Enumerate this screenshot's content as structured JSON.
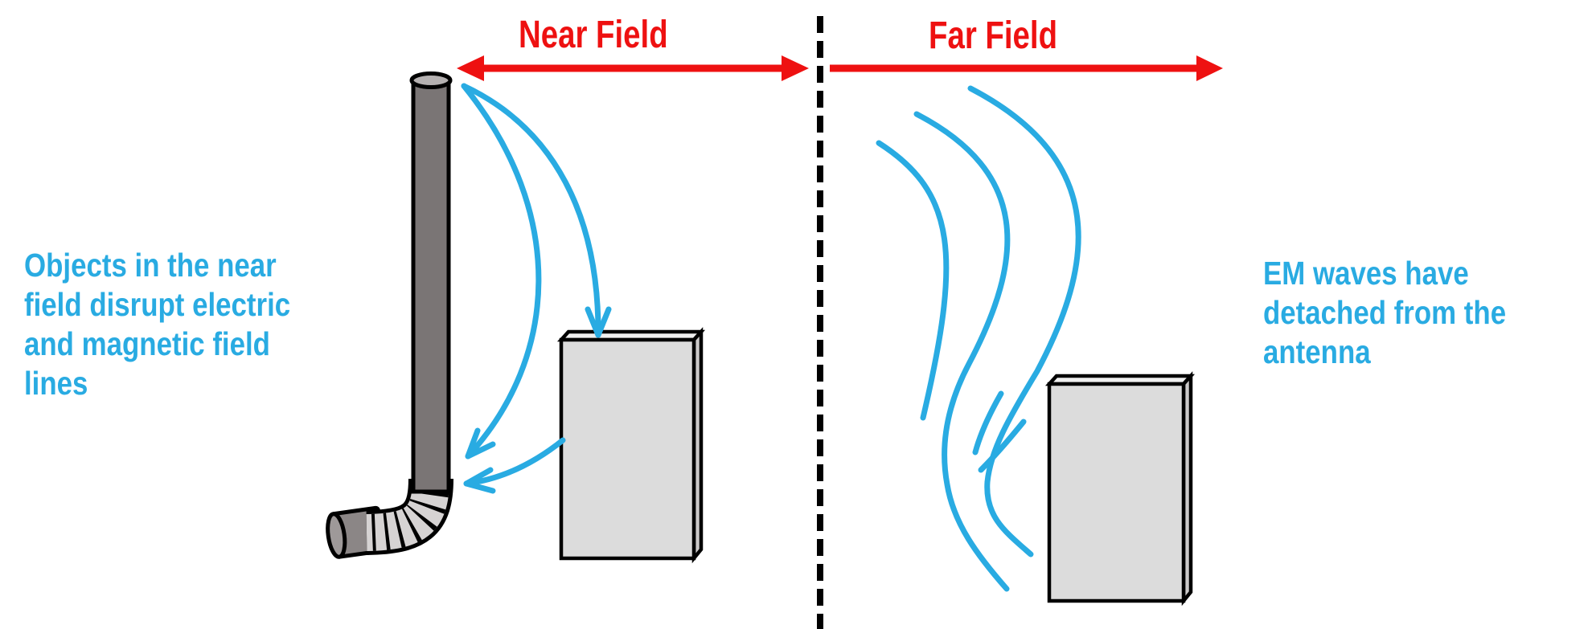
{
  "labels": {
    "near_field": "Near Field",
    "far_field": "Far Field"
  },
  "notes": {
    "near": {
      "lines": [
        "Objects in the near",
        "field disrupt electric",
        "and magnetic field",
        "lines"
      ]
    },
    "far": {
      "lines": [
        "EM waves have",
        "detached from the",
        "antenna"
      ]
    }
  },
  "colors": {
    "red": "#ee1111",
    "blue": "#29abe2",
    "outline": "#000000",
    "background": "#ffffff",
    "tube": "#7a7575",
    "tube_top": "#b5b1b1",
    "flex": "#d6d3d3",
    "cap": "#8b8686",
    "cap_end": "#9e9999",
    "box_front": "#dcdcdc",
    "box_side": "#cbc9c9",
    "box_top": "#efefef"
  }
}
